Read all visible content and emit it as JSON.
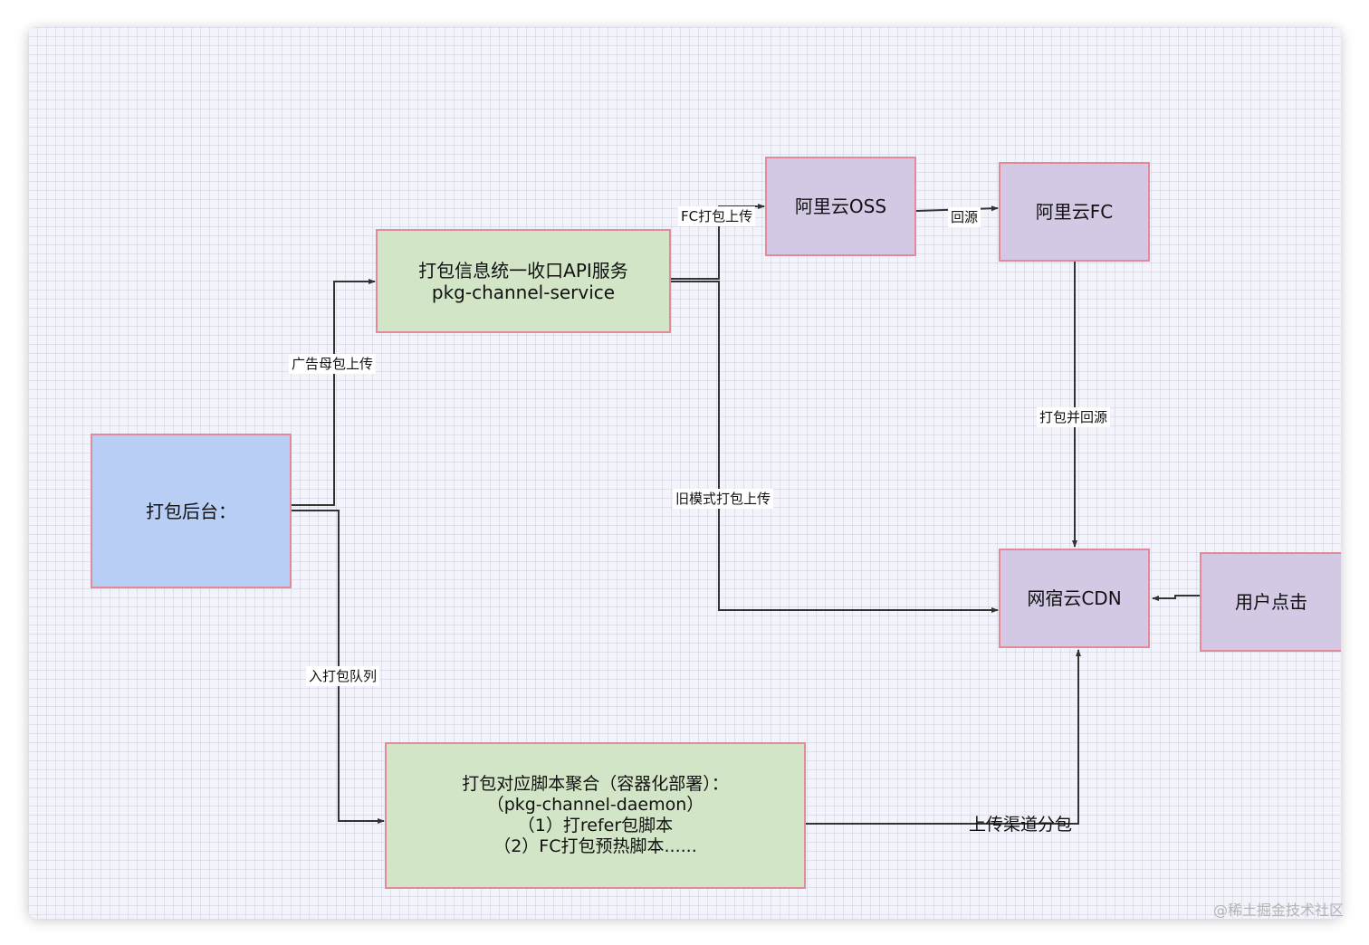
{
  "nodes": {
    "backend": "打包后台：",
    "api_service": "打包信息统一收口API服务\npkg-channel-service",
    "oss": "阿里云OSS",
    "fc": "阿里云FC",
    "cdn": "网宿云CDN",
    "user_click": "用户点击",
    "daemon": "打包对应脚本聚合（容器化部署）：\n（pkg-channel-daemon）\n（1）打refer包脚本\n（2）FC打包预热脚本......"
  },
  "edges": {
    "ad_upload": "广告母包上传",
    "queue": "入打包队列",
    "fc_upload": "FC打包上传",
    "origin": "回源",
    "pack_origin": "打包并回源",
    "old_mode": "旧模式打包上传",
    "channel_upload": "上传渠道分包"
  },
  "watermark": "@稀土掘金技术社区",
  "colors": {
    "blue_fill": "#b8cef4",
    "green_fill": "#d2e5c6",
    "purple_fill": "#d3c9e4",
    "node_border": "#e08a9a",
    "line": "#333333"
  }
}
